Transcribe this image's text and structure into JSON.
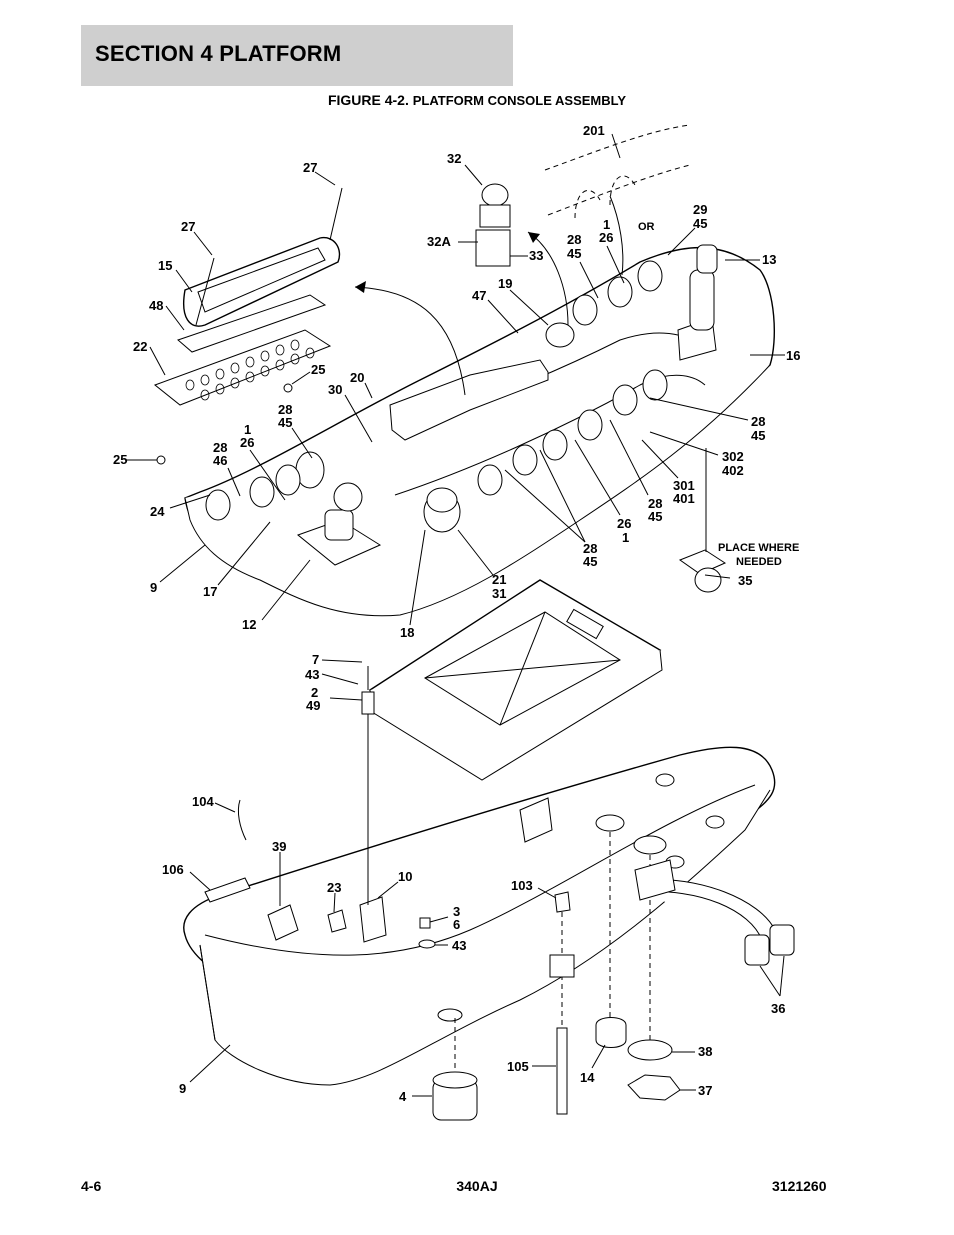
{
  "header": {
    "section_title": "SECTION 4   PLATFORM",
    "figure_number": "FIGURE 4-2.",
    "figure_title": "PLATFORM CONSOLE ASSEMBLY"
  },
  "callouts": [
    {
      "id": "c201",
      "text": "201"
    },
    {
      "id": "c32",
      "text": "32"
    },
    {
      "id": "c27a",
      "text": "27"
    },
    {
      "id": "c27b",
      "text": "27"
    },
    {
      "id": "c15",
      "text": "15"
    },
    {
      "id": "c48",
      "text": "48"
    },
    {
      "id": "c22",
      "text": "22"
    },
    {
      "id": "c32A",
      "text": "32A"
    },
    {
      "id": "c33",
      "text": "33"
    },
    {
      "id": "c19",
      "text": "19"
    },
    {
      "id": "c47",
      "text": "47"
    },
    {
      "id": "c28-45a",
      "line1": "28",
      "line2": "45"
    },
    {
      "id": "c1-26a",
      "line1": "1",
      "line2": "26"
    },
    {
      "id": "cOR",
      "text": "OR"
    },
    {
      "id": "c29-45",
      "line1": "29",
      "line2": "45"
    },
    {
      "id": "c13",
      "text": "13"
    },
    {
      "id": "c16",
      "text": "16"
    },
    {
      "id": "c25a",
      "text": "25"
    },
    {
      "id": "c20",
      "text": "20"
    },
    {
      "id": "c30",
      "text": "30"
    },
    {
      "id": "c28-45b",
      "line1": "28",
      "line2": "45"
    },
    {
      "id": "c1-26b",
      "line1": "1",
      "line2": "26"
    },
    {
      "id": "c28-46",
      "line1": "28",
      "line2": "46"
    },
    {
      "id": "c25b",
      "text": "25"
    },
    {
      "id": "c24",
      "text": "24"
    },
    {
      "id": "c28-45c",
      "line1": "28",
      "line2": "45"
    },
    {
      "id": "c302-402",
      "line1": "302",
      "line2": "402"
    },
    {
      "id": "c301-401",
      "line1": "301",
      "line2": "401"
    },
    {
      "id": "c28-45d",
      "line1": "28",
      "line2": "45"
    },
    {
      "id": "c26-1",
      "line1": "26",
      "line2": "1"
    },
    {
      "id": "c28-45e",
      "line1": "28",
      "line2": "45"
    },
    {
      "id": "c9a",
      "text": "9"
    },
    {
      "id": "c17",
      "text": "17"
    },
    {
      "id": "c12",
      "text": "12"
    },
    {
      "id": "c21-31",
      "line1": "21",
      "line2": "31"
    },
    {
      "id": "c18",
      "text": "18"
    },
    {
      "id": "cplace",
      "line1": "PLACE WHERE",
      "line2": "NEEDED"
    },
    {
      "id": "c35",
      "text": "35"
    },
    {
      "id": "c7-43",
      "line1": "7",
      "line2": "43"
    },
    {
      "id": "c2-49",
      "line1": "2",
      "line2": "49"
    },
    {
      "id": "c104",
      "text": "104"
    },
    {
      "id": "c39",
      "text": "39"
    },
    {
      "id": "c106",
      "text": "106"
    },
    {
      "id": "c23",
      "text": "23"
    },
    {
      "id": "c10",
      "text": "10"
    },
    {
      "id": "c103",
      "text": "103"
    },
    {
      "id": "c3-6",
      "line1": "3",
      "line2": "6"
    },
    {
      "id": "c43",
      "text": "43"
    },
    {
      "id": "c36",
      "text": "36"
    },
    {
      "id": "c38",
      "text": "38"
    },
    {
      "id": "c105",
      "text": "105"
    },
    {
      "id": "c14",
      "text": "14"
    },
    {
      "id": "c37",
      "text": "37"
    },
    {
      "id": "c9b",
      "text": "9"
    },
    {
      "id": "c4",
      "text": "4"
    }
  ],
  "footer": {
    "page": "4-6",
    "model": "340AJ",
    "doc_number": "3121260"
  }
}
